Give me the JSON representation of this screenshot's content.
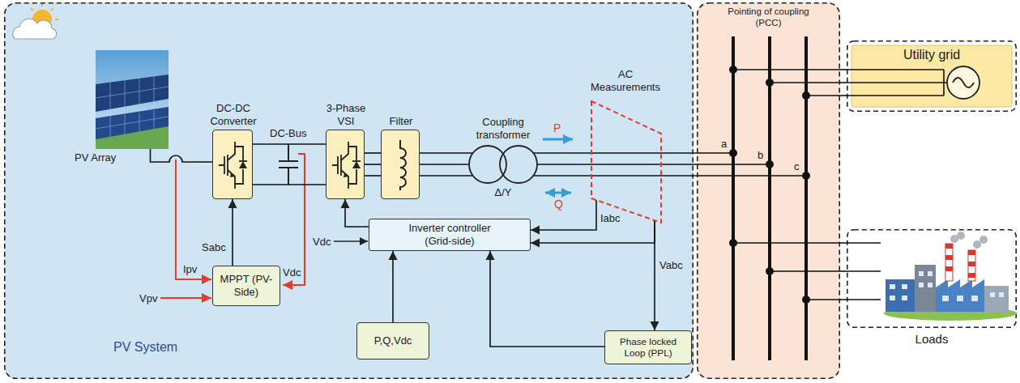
{
  "diagram": {
    "nodes": [
      {
        "text": [
          "PV System"
        ]
      },
      {
        "text": [
          "PV Array"
        ],
        "in": 0
      },
      {
        "text": [
          "DC-DC Converter"
        ],
        "in": 0
      },
      {
        "text": [
          "3-Phase VSI"
        ],
        "in": 0
      },
      {
        "text": [
          "Filter"
        ],
        "in": 0
      },
      {
        "text": [
          "Coupling transformer",
          "Δ/Y"
        ],
        "in": 0
      },
      {
        "text": [
          "AC Measurements"
        ],
        "in": 0
      },
      {
        "text": [
          "MPPT (PV-Side)"
        ],
        "in": 0
      },
      {
        "text": [
          "Inverter controller (Grid-side)"
        ],
        "in": 0
      },
      {
        "text": [
          "P,Q,Vdc"
        ],
        "in": 0
      },
      {
        "text": [
          "Phase locked Loop (PPL)"
        ],
        "in": 0
      },
      {
        "text": [
          "Pointing of coupling (PCC)"
        ]
      },
      {
        "text": [
          "Utility grid"
        ]
      },
      {
        "text": [
          "Loads"
        ]
      }
    ],
    "edges": [
      {
        "from": 1,
        "to": 2,
        "arrow": "none"
      },
      {
        "from": 2,
        "to": 3,
        "label": "DC-Bus",
        "arrow": "none"
      },
      {
        "from": 3,
        "to": 4,
        "arrow": "none"
      },
      {
        "from": 4,
        "to": 5,
        "arrow": "none"
      },
      {
        "from": 5,
        "to": 11,
        "arrow": "none"
      },
      {
        "from": 7,
        "to": 2,
        "label": "Sabc",
        "arrow": "to"
      },
      {
        "from": 8,
        "to": 3,
        "arrow": "to"
      },
      {
        "from": 6,
        "to": 8,
        "label": "Iabc",
        "arrow": "to"
      },
      {
        "from": 6,
        "to": 8,
        "arrow": "to"
      },
      {
        "from": 6,
        "to": 10,
        "label": "Vabc",
        "arrow": "to"
      },
      {
        "from": 10,
        "to": 8,
        "arrow": "to"
      },
      {
        "from": 9,
        "to": 8,
        "arrow": "to"
      },
      {
        "from": 11,
        "to": 12,
        "arrow": "none"
      },
      {
        "from": 11,
        "to": 13,
        "arrow": "none"
      }
    ],
    "labels": [
      "Ipv",
      "Vpv",
      "Vdc",
      "Vdc",
      "P",
      "Q",
      "a",
      "b",
      "c"
    ]
  }
}
